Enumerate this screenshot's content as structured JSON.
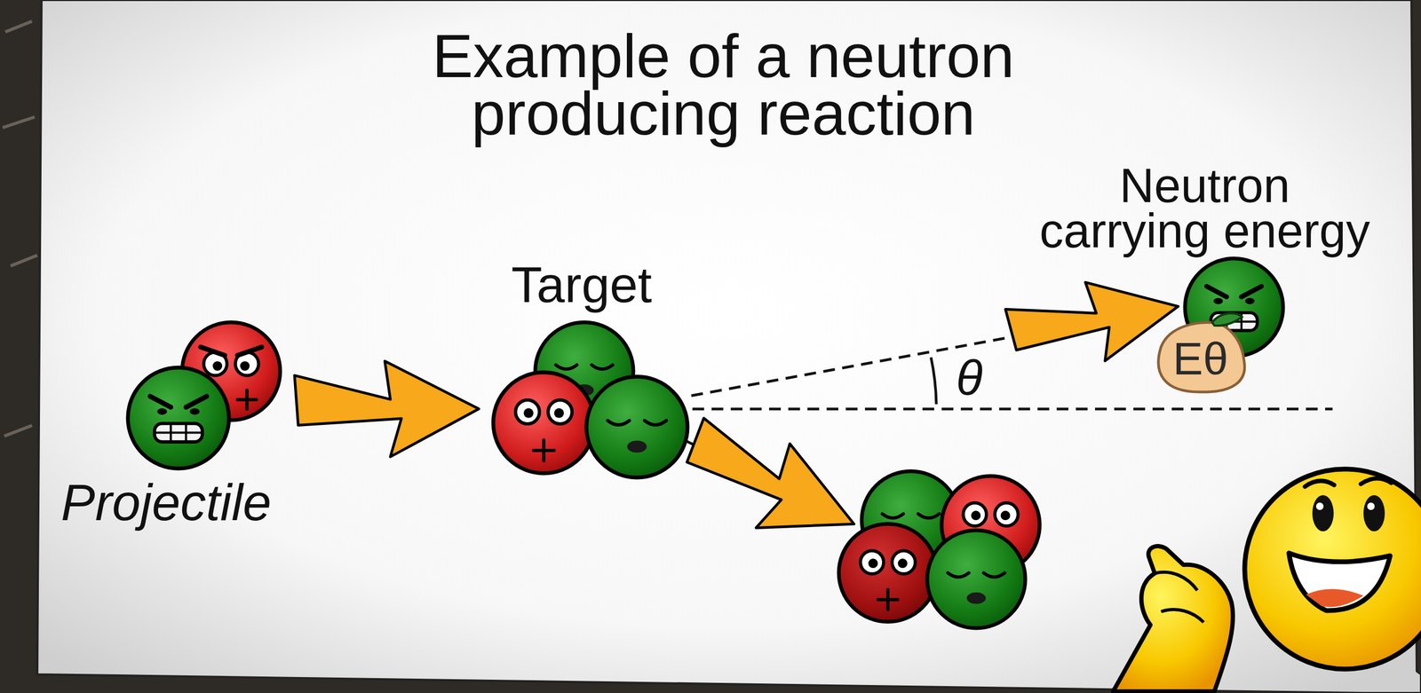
{
  "diagram": {
    "title": "Example of a neutron producing reaction",
    "nodes": [
      {
        "text": [
          "Projectile"
        ]
      },
      {
        "text": [
          "Target"
        ]
      },
      {
        "text": [
          "Neutron carrying energy"
        ]
      },
      {
        "text": [
          "Eθ"
        ]
      }
    ],
    "edges": [
      {
        "from": 0,
        "to": 1,
        "arrow": "to"
      },
      {
        "from": 1,
        "to": 2,
        "arrow": "to"
      }
    ],
    "labels": [
      "θ"
    ]
  }
}
